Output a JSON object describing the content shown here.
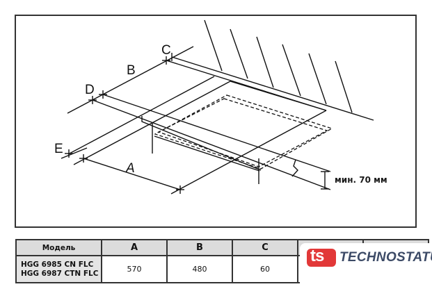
{
  "diagram": {
    "labels": {
      "a": "A",
      "b": "B",
      "c": "C",
      "d": "D",
      "e": "E"
    },
    "clearance_note": "мин. 70 мм"
  },
  "table": {
    "headers": [
      "Модель",
      "A",
      "B",
      "C"
    ],
    "rows": [
      {
        "models": [
          "HGG 6985 CN FLC",
          "HGG 6987 CTN FLC"
        ],
        "a": "570",
        "b": "480",
        "c": "60"
      }
    ]
  },
  "logo": {
    "mark": "ts",
    "text": "TECHNOSTATUS",
    "colors": {
      "mark": "#e23838",
      "text": "#3c4a66"
    }
  }
}
